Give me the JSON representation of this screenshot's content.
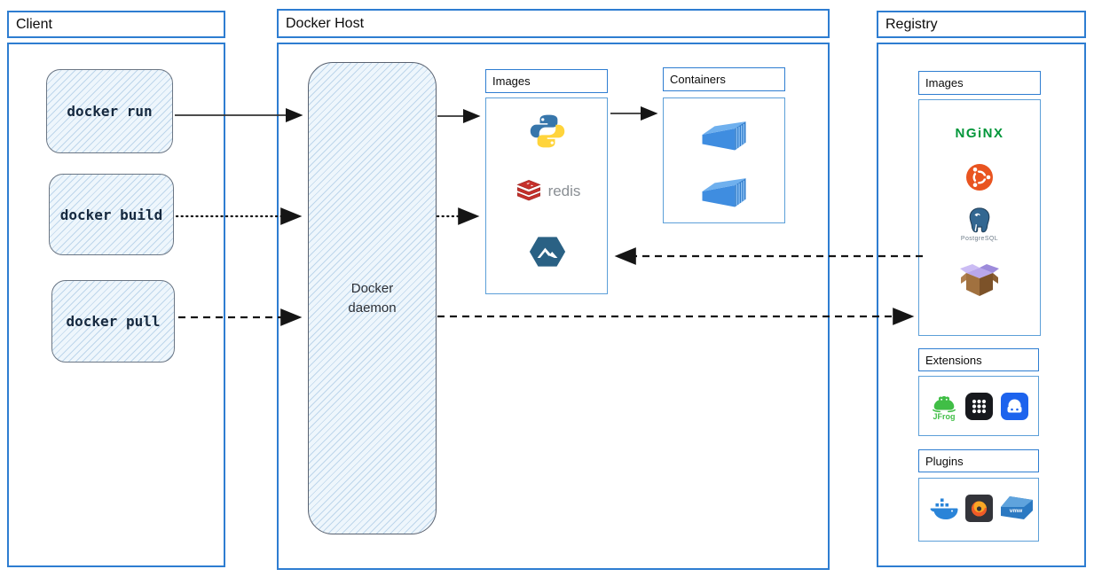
{
  "colors": {
    "frame_blue": "#2e7dd1",
    "hatch_fill": "#eef6fc",
    "arrow_black": "#1a1a1a",
    "nginx_green": "#009639",
    "ubuntu_orange": "#e95420",
    "redis_red": "#c6302b",
    "docker_blue": "#1d63ed",
    "container_blue": "#3f8de0"
  },
  "client": {
    "title": "Client",
    "commands": [
      {
        "label": "docker run",
        "line_style": "solid"
      },
      {
        "label": "docker build",
        "line_style": "dotted"
      },
      {
        "label": "docker pull",
        "line_style": "dashed"
      }
    ]
  },
  "docker_host": {
    "title": "Docker Host",
    "daemon_label": "Docker daemon",
    "images": {
      "title": "Images",
      "items": [
        "python",
        "redis",
        "alpine"
      ]
    },
    "containers": {
      "title": "Containers",
      "container_count": 2
    }
  },
  "registry": {
    "title": "Registry",
    "images": {
      "title": "Images",
      "items": [
        "nginx",
        "ubuntu",
        "postgresql",
        "busybox"
      ]
    },
    "extensions": {
      "title": "Extensions",
      "items": [
        "jfrog",
        "app-grid",
        "disk-drive"
      ]
    },
    "plugins": {
      "title": "Plugins",
      "items": [
        "docker",
        "grafana",
        "vmware"
      ]
    }
  },
  "logo_text": {
    "redis": "redis",
    "nginx": "NGiNX",
    "postgresql": "PostgreSQL",
    "jfrog": "JFrog",
    "vmware": "vmw"
  },
  "connections": [
    {
      "from": "docker run",
      "to": "docker daemon",
      "style": "solid"
    },
    {
      "from": "docker build",
      "to": "docker daemon",
      "style": "dotted"
    },
    {
      "from": "docker pull",
      "to": "docker daemon",
      "style": "dashed"
    },
    {
      "from": "docker daemon",
      "to": "host images",
      "style": "solid"
    },
    {
      "from": "docker daemon",
      "to": "host images",
      "style": "dotted"
    },
    {
      "from": "host images",
      "to": "containers",
      "style": "solid"
    },
    {
      "from": "registry images",
      "to": "host images",
      "style": "dashed"
    },
    {
      "from": "docker daemon",
      "to": "registry images",
      "style": "dashed"
    }
  ]
}
